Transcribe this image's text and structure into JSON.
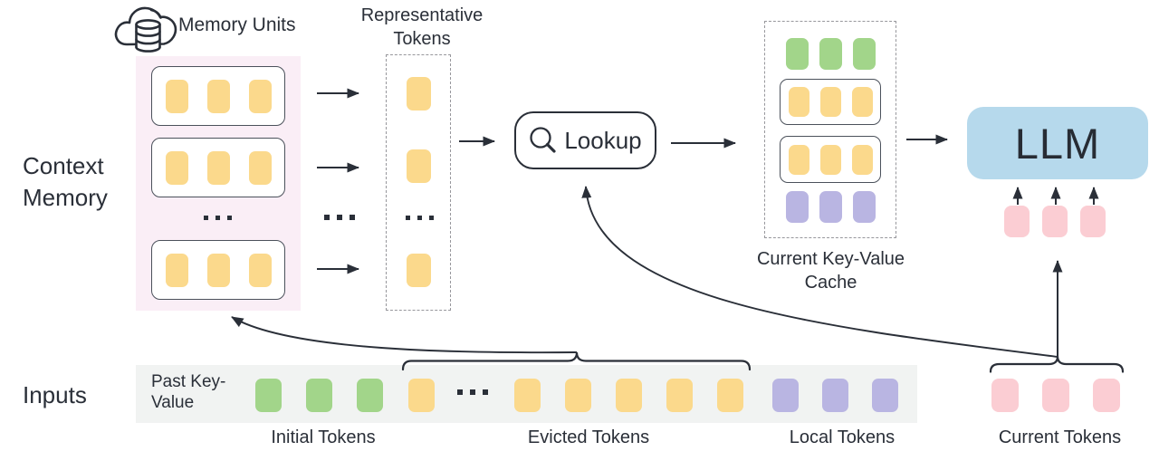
{
  "colors": {
    "ink": "#2A2F38",
    "yellow": "#FBD98C",
    "green": "#A2D58A",
    "purple": "#B9B5E2",
    "pink": "#FBCDD3",
    "llm_blue": "#B6D9EC",
    "memory_panel_pink": "#FAEEF6",
    "input_strip_gray": "#F1F3F2"
  },
  "ellipsis_count": 3,
  "icons": {
    "memory": "cloud-database-icon",
    "lookup": "search-icon"
  },
  "context_memory": {
    "section_label": "Context Memory",
    "memory_units_label": "Memory Units",
    "units": [
      {
        "count": 3,
        "color": "#FBD98C"
      },
      {
        "count": 3,
        "color": "#FBD98C"
      },
      {
        "count": 3,
        "color": "#FBD98C"
      }
    ]
  },
  "representative": {
    "label": "Representative Tokens",
    "tokens": [
      {
        "count": 1,
        "color": "#FBD98C"
      },
      {
        "count": 1,
        "color": "#FBD98C"
      },
      {
        "count": 1,
        "color": "#FBD98C"
      }
    ]
  },
  "lookup": {
    "label": "Lookup"
  },
  "cache": {
    "label": "Current Key-Value Cache",
    "rows": [
      {
        "style": "plain",
        "count": 3,
        "color": "#A2D58A"
      },
      {
        "style": "boxed",
        "count": 3,
        "color": "#FBD98C"
      },
      {
        "style": "boxed",
        "count": 3,
        "color": "#FBD98C"
      },
      {
        "style": "plain",
        "count": 3,
        "color": "#B9B5E2"
      }
    ]
  },
  "llm": {
    "label": "LLM",
    "input_tokens": {
      "count": 3,
      "color": "#FBCDD3"
    }
  },
  "inputs": {
    "section_label": "Inputs",
    "past_kv_label": "Past Key-Value",
    "initial": {
      "label": "Initial Tokens",
      "tokens": {
        "count": 3,
        "color": "#A2D58A"
      }
    },
    "evicted": {
      "label": "Evicted Tokens",
      "tokens_before": {
        "count": 1,
        "color": "#FBD98C"
      },
      "tokens_after": {
        "count": 5,
        "color": "#FBD98C"
      }
    },
    "local": {
      "label": "Local Tokens",
      "tokens": {
        "count": 3,
        "color": "#B9B5E2"
      }
    },
    "current": {
      "label": "Current Tokens",
      "tokens": {
        "count": 3,
        "color": "#FBCDD3"
      }
    }
  }
}
